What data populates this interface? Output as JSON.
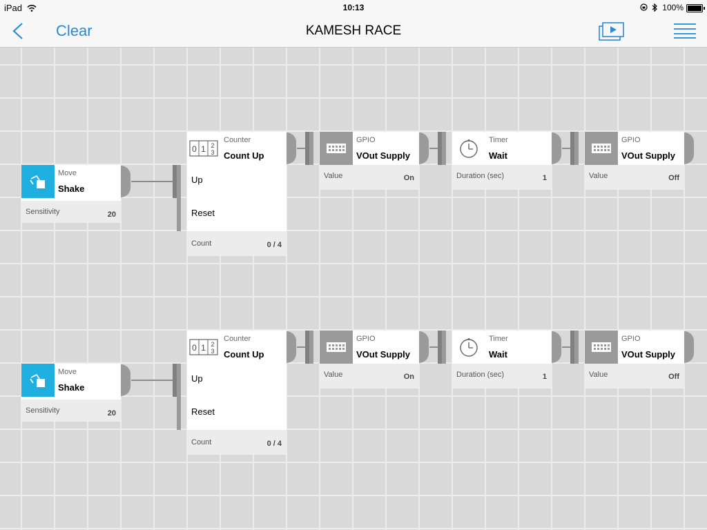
{
  "status_bar": {
    "device": "iPad",
    "time": "10:13",
    "battery": "100%"
  },
  "nav": {
    "clear_label": "Clear",
    "title": "KAMESH RACE"
  },
  "rows": [
    {
      "move": {
        "category": "Move",
        "name": "Shake",
        "param_label": "Sensitivity",
        "param_value": "20"
      },
      "counter": {
        "category": "Counter",
        "name": "Count Up",
        "input_up": "Up",
        "input_reset": "Reset",
        "param_label": "Count",
        "param_value": "0 / 4"
      },
      "gpio_on": {
        "category": "GPIO",
        "name": "VOut Supply",
        "param_label": "Value",
        "param_value": "On"
      },
      "timer": {
        "category": "Timer",
        "name": "Wait",
        "param_label": "Duration (sec)",
        "param_value": "1"
      },
      "gpio_off": {
        "category": "GPIO",
        "name": "VOut Supply",
        "param_label": "Value",
        "param_value": "Off"
      }
    },
    {
      "move": {
        "category": "Move",
        "name": "Shake",
        "param_label": "Sensitivity",
        "param_value": "20"
      },
      "counter": {
        "category": "Counter",
        "name": "Count Up",
        "input_up": "Up",
        "input_reset": "Reset",
        "param_label": "Count",
        "param_value": "0 / 4"
      },
      "gpio_on": {
        "category": "GPIO",
        "name": "VOut Supply",
        "param_label": "Value",
        "param_value": "On"
      },
      "timer": {
        "category": "Timer",
        "name": "Wait",
        "param_label": "Duration (sec)",
        "param_value": "1"
      },
      "gpio_off": {
        "category": "GPIO",
        "name": "VOut Supply",
        "param_label": "Value",
        "param_value": "Off"
      }
    }
  ],
  "colors": {
    "accent": "#2a8ad4",
    "move_icon_bg": "#1eaee0",
    "port": "#9a9a9a",
    "grid_bg": "#d9d9d9"
  },
  "icons": [
    "back-chevron-icon",
    "slideshow-icon",
    "hamburger-menu-icon",
    "shake-icon",
    "counter-digits-icon",
    "gpio-connector-icon",
    "stopwatch-icon",
    "wifi-icon",
    "bluetooth-icon",
    "battery-icon"
  ]
}
